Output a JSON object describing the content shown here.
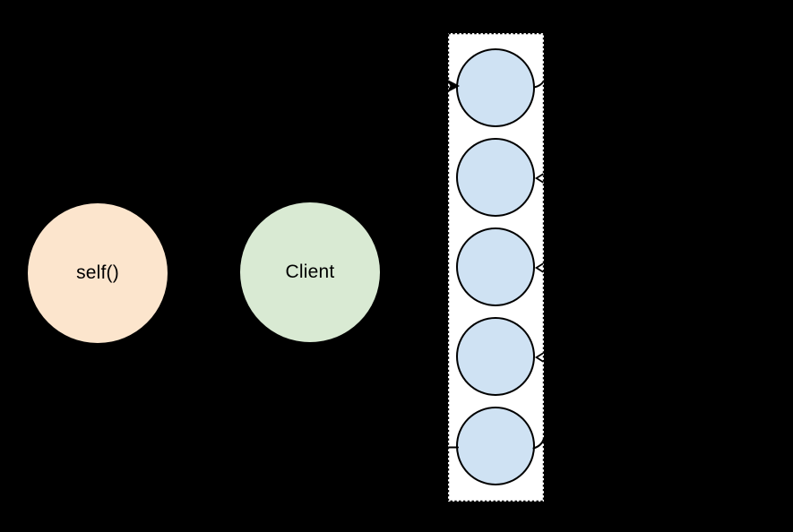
{
  "background_color": "#000000",
  "nodes": {
    "self_node": {
      "label": "self()",
      "fill": "#fce5cd",
      "text_color": "#000000"
    },
    "client_node": {
      "label": "Client",
      "fill": "#d9ead3",
      "text_color": "#000000"
    }
  },
  "pool": {
    "fill": "#ffffff",
    "border_color": "#000000",
    "border_style": "dashed",
    "worker_count": 5,
    "worker_fill": "#cfe2f3",
    "worker_stroke": "#000000"
  },
  "connections": {
    "color": "#000000",
    "fragments": [
      {
        "type": "filled-arrowhead",
        "target": "worker-1",
        "side": "left",
        "direction": "right"
      },
      {
        "type": "curved-line",
        "target": "worker-1",
        "side": "right"
      },
      {
        "type": "open-arrowhead",
        "target": "worker-2",
        "side": "right",
        "direction": "left"
      },
      {
        "type": "open-arrowhead",
        "target": "worker-3",
        "side": "right",
        "direction": "left"
      },
      {
        "type": "open-arrowhead",
        "target": "worker-4",
        "side": "right",
        "direction": "left"
      },
      {
        "type": "line",
        "target": "worker-5",
        "side": "left"
      },
      {
        "type": "curved-line",
        "target": "worker-5",
        "side": "right"
      }
    ]
  }
}
